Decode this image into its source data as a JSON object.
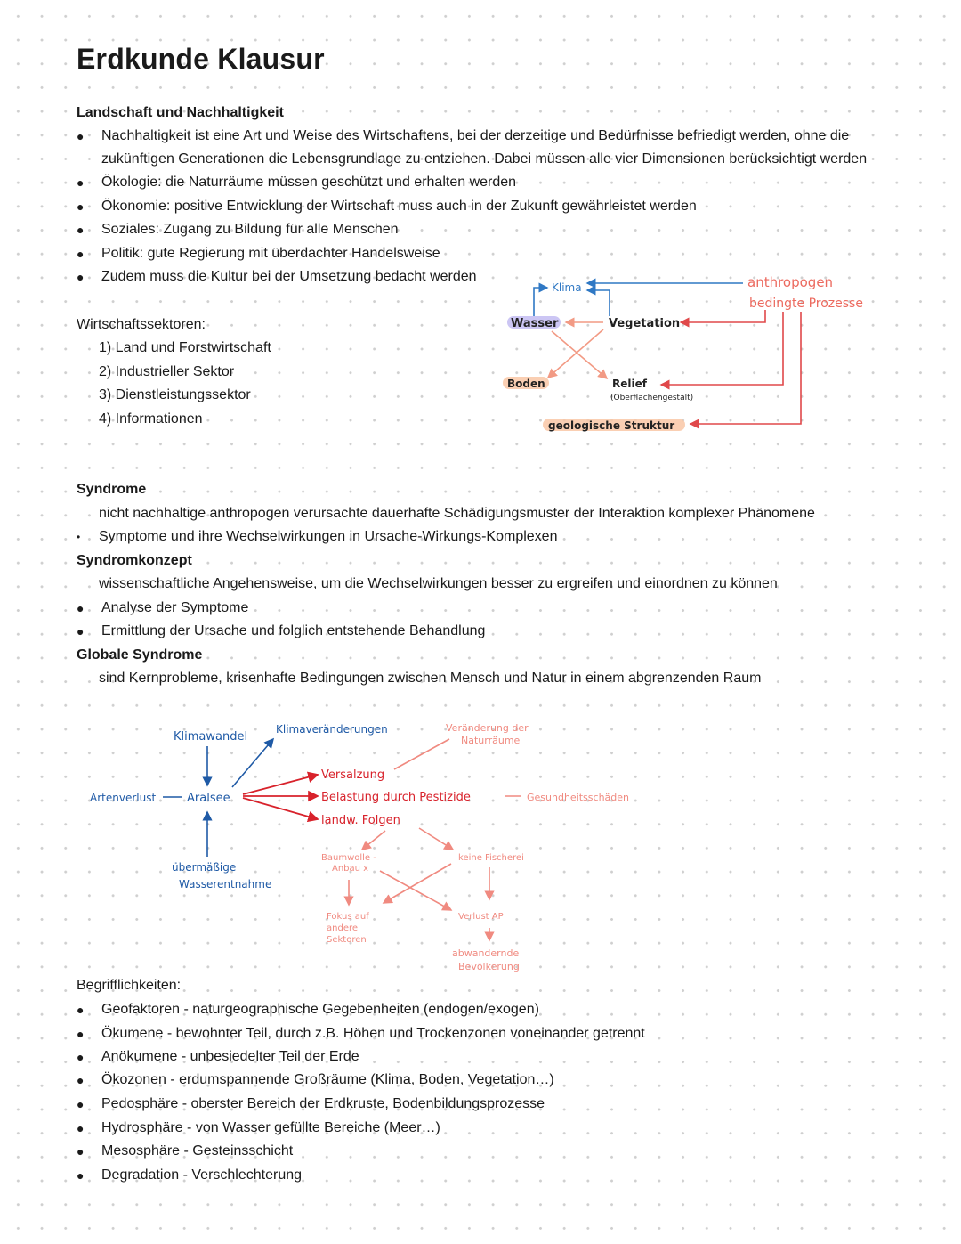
{
  "title": "Erdkunde Klausur",
  "sec1": {
    "heading": "Landschaft und Nachhaltigkeit",
    "bullets": [
      "Nachhaltigkeit ist eine Art und Weise des Wirtschaftens, bei der derzeitige und Bedürfnisse befriedigt werden, ohne die",
      "zukünftigen Generationen die Lebensgrundlage zu entziehen. Dabei müssen alle vier Dimensionen berücksichtigt werden",
      "Ökologie: die Naturräume müssen geschützt und erhalten werden",
      "Ökonomie: positive Entwicklung der Wirtschaft muss auch in der Zukunft gewährleistet werden",
      "Soziales: Zugang zu Bildung für alle Menschen",
      "Politik: gute Regierung mit überdachter Handelsweise",
      "Zudem muss die Kultur bei der Umsetzung bedacht werden"
    ],
    "sectors_heading": "Wirtschaftssektoren:",
    "sectors": [
      "1) Land und Forstwirtschaft",
      "2) Industrieller Sektor",
      "3) Dienstleistungssektor",
      "4) Informationen"
    ]
  },
  "diagram1": {
    "klima": "Klima",
    "anthropogen": "anthropogen",
    "bedingte": "bedingte Prozesse",
    "wasser": "Wasser",
    "vegetation": "Vegetation",
    "boden": "Boden",
    "relief": "Relief",
    "oberflaeche": "(Oberflächengestalt)",
    "geologische": "geologische Struktur",
    "colors": {
      "blue": "#2f78c4",
      "red": "#e0484a",
      "salmon": "#f29a84",
      "purple": "#9a8fe0",
      "peach": "#f6b48c"
    }
  },
  "syndrome": {
    "heading": "Syndrome",
    "def": "nicht nachhaltige anthropogen verursachte dauerhafte Schädigungsmuster der Interaktion komplexer Phänomene",
    "point": "Symptome und ihre Wechselwirkungen in Ursache-Wirkungs-Komplexen",
    "konzept_heading": "Syndromkonzept",
    "konzept_def": "wissenschaftliche Angehensweise, um die Wechselwirkungen besser zu ergreifen und einordnen zu können",
    "konzept_bullets": [
      "Analyse der Symptome",
      "Ermittlung der Ursache und folglich entstehende Behandlung"
    ],
    "global_heading": "Globale Syndrome",
    "global_def": "sind Kernprobleme, krisenhafte Bedingungen zwischen Mensch und Natur in einem abgrenzenden Raum"
  },
  "diagram2": {
    "klimawandel": "Klimawandel",
    "klimaveraenderungen": "Klimaveränderungen",
    "veraenderung": "Veränderung der",
    "naturraeume": "Naturräume",
    "artenverlust": "Artenverlust",
    "aralsee": "Aralsee",
    "versalzung": "Versalzung",
    "belastung": "Belastung durch Pestizide",
    "gesundheit": "Gesundheitsschäden",
    "landw": "landw. Folgen",
    "uebermaessige": "übermäßige",
    "wasserentnahme": "Wasserentnahme",
    "baumwolle": "Baumwolle -",
    "anbau": "Anbau x",
    "keine": "keine Fischerei",
    "fokus": "Fokus auf",
    "andere": "andere",
    "sektoren": "Sektoren",
    "verlust": "Verlust AP",
    "abwandernde": "abwandernde",
    "bevoelkerung": "Bevölkerung"
  },
  "terms": {
    "heading": "Begrifflichkeiten:",
    "items": [
      "Geofaktoren - naturgeographische Gegebenheiten (endogen/exogen)",
      "Ökumene - bewohnter Teil, durch z.B. Höhen und Trockenzonen voneinander getrennt",
      "Anökumene - unbesiedelter Teil der Erde",
      "Ökozonen - erdumspannende Großräume (Klima, Boden, Vegetation…)",
      "Pedosphäre - oberster Bereich der Erdkruste, Bodenbildungsprozesse",
      "Hydrosphäre - von Wasser gefüllte Bereiche (Meer…)",
      "Mesosphäre - Gesteinsschicht",
      "Degradation - Verschlechterung"
    ],
    "bullet": "●",
    "dot": "•"
  }
}
